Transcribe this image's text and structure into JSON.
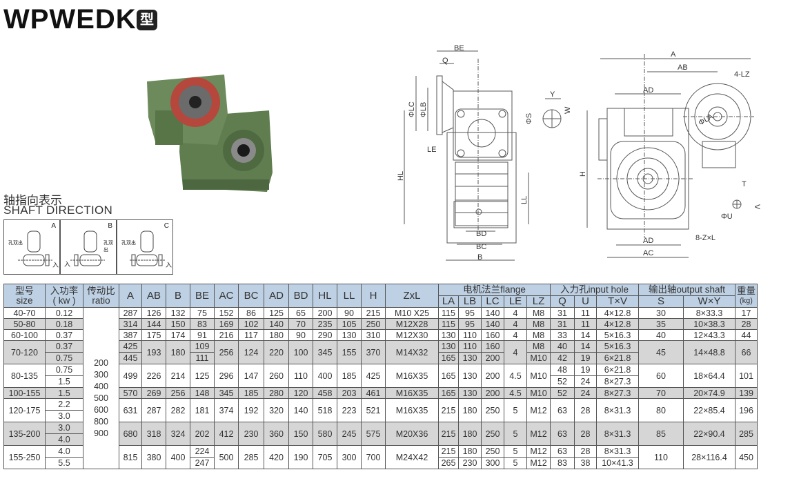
{
  "header": {
    "title": "WPWEDK",
    "type_badge": "型"
  },
  "shaft_direction": {
    "title_cn": "轴指向表示",
    "title_en": "SHAFT DIRECTION",
    "panels": [
      {
        "letter": "A",
        "hole_label": "孔双出",
        "input_label": "入"
      },
      {
        "letter": "B",
        "hole_label": "孔双出",
        "input_label": "入"
      },
      {
        "letter": "C",
        "hole_label": "孔双出",
        "input_label": "入"
      }
    ]
  },
  "drawing_labels": {
    "BE": "BE",
    "Q": "Q",
    "LC": "ΦLC",
    "LB": "ΦLB",
    "LE": "LE",
    "HL": "HL",
    "LL": "LL",
    "BD": "BD",
    "BC": "BC",
    "B": "B",
    "Y": "Y",
    "S": "ΦS",
    "W": "W",
    "A": "A",
    "AB": "AB",
    "LZ": "4-LZ",
    "AD": "AD",
    "LA": "ΦLA",
    "H": "H",
    "T": "T",
    "V": "V",
    "U": "ΦU",
    "ZL": "8-Z×L",
    "AD2": "AD",
    "AC": "AC"
  },
  "colors": {
    "header_bg": "#bed0e3",
    "grey_row": "#d6d6d6",
    "housing_green": "#5f7d4f",
    "gear_red": "#b5473c"
  },
  "table": {
    "headers": {
      "size": [
        "型号",
        "size"
      ],
      "kw": [
        "入功率",
        "( kw )"
      ],
      "ratio": [
        "传动比",
        "ratio"
      ],
      "dims": [
        "A",
        "AB",
        "B",
        "BE",
        "AC",
        "BC",
        "AD",
        "BD",
        "HL",
        "LL",
        "H"
      ],
      "zxl": "ZxL",
      "flange": "电机法兰flange",
      "flange_cols": [
        "LA",
        "LB",
        "LC",
        "LE",
        "LZ"
      ],
      "input_hole": "入力孔input hole",
      "input_cols": [
        "Q",
        "U",
        "T×V"
      ],
      "output_shaft": "输出轴output shaft",
      "output_cols": [
        "S",
        "W×Y"
      ],
      "weight": [
        "重量",
        "(kg)"
      ]
    },
    "ratio_values": [
      "200",
      "300",
      "400",
      "500",
      "600",
      "800",
      "900"
    ],
    "groups": [
      {
        "size": "40-70",
        "kw": "0.12",
        "A": "287",
        "AB": "126",
        "B": "132",
        "BE": "75",
        "AC": "152",
        "BC": "86",
        "AD": "125",
        "BD": "65",
        "HL": "200",
        "LL": "90",
        "H": "215",
        "ZxL": "M10 X25",
        "LA": "115",
        "LB": "95",
        "LC": "140",
        "LE": "4",
        "LZ": "M8",
        "Q": "31",
        "U": "11",
        "TxV": "4×12.8",
        "S": "30",
        "WxY": "8×33.3",
        "kg": "17"
      },
      {
        "size": "50-80",
        "kw": "0.18",
        "A": "314",
        "AB": "144",
        "B": "150",
        "BE": "83",
        "AC": "169",
        "BC": "102",
        "AD": "140",
        "BD": "70",
        "HL": "235",
        "LL": "105",
        "H": "250",
        "ZxL": "M12X28",
        "LA": "115",
        "LB": "95",
        "LC": "140",
        "LE": "4",
        "LZ": "M8",
        "Q": "31",
        "U": "11",
        "TxV": "4×12.8",
        "S": "35",
        "WxY": "10×38.3",
        "kg": "28"
      },
      {
        "size": "60-100",
        "kw": "0.37",
        "A": "387",
        "AB": "175",
        "B": "174",
        "BE": "91",
        "AC": "216",
        "BC": "117",
        "AD": "180",
        "BD": "90",
        "HL": "290",
        "LL": "130",
        "H": "310",
        "ZxL": "M12X30",
        "LA": "130",
        "LB": "110",
        "LC": "160",
        "LE": "4",
        "LZ": "M8",
        "Q": "33",
        "U": "14",
        "TxV": "5×16.3",
        "S": "40",
        "WxY": "12×43.3",
        "kg": "44"
      },
      {
        "size": "70-120",
        "kw": [
          "0.37",
          "0.75"
        ],
        "A": [
          "425",
          "445"
        ],
        "AB": "193",
        "B": "180",
        "BE": [
          "109",
          "111"
        ],
        "AC": "256",
        "BC": "124",
        "AD": "220",
        "BD": "100",
        "HL": "345",
        "LL": "155",
        "H": "370",
        "ZxL": "M14X32",
        "LA": [
          "130",
          "165"
        ],
        "LB": [
          "110",
          "130"
        ],
        "LC": [
          "160",
          "200"
        ],
        "LE": "4",
        "LZ": [
          "M8",
          "M10"
        ],
        "Q": [
          "40",
          "42"
        ],
        "U": [
          "14",
          "19"
        ],
        "TxV": [
          "5×16.3",
          "6×21.8"
        ],
        "S": "45",
        "WxY": "14×48.8",
        "kg": "66"
      },
      {
        "size": "80-135",
        "kw": [
          "0.75",
          "1.5"
        ],
        "A": "499",
        "AB": "226",
        "B": "214",
        "BE": "125",
        "AC": "296",
        "BC": "147",
        "AD": "260",
        "BD": "110",
        "HL": "400",
        "LL": "185",
        "H": "425",
        "ZxL": "M16X35",
        "LA": "165",
        "LB": "130",
        "LC": "200",
        "LE": "4.5",
        "LZ": "M10",
        "Q": [
          "48",
          "52"
        ],
        "U": [
          "19",
          "24"
        ],
        "TxV": [
          "6×21.8",
          "8×27.3"
        ],
        "S": "60",
        "WxY": "18×64.4",
        "kg": "101"
      },
      {
        "size": "100-155",
        "kw": "1.5",
        "A": "570",
        "AB": "269",
        "B": "256",
        "BE": "148",
        "AC": "345",
        "BC": "185",
        "AD": "280",
        "BD": "120",
        "HL": "458",
        "LL": "203",
        "H": "461",
        "ZxL": "M16X35",
        "LA": "165",
        "LB": "130",
        "LC": "200",
        "LE": "4.5",
        "LZ": "M10",
        "Q": "52",
        "U": "24",
        "TxV": "8×27.3",
        "S": "70",
        "WxY": "20×74.9",
        "kg": "139"
      },
      {
        "size": "120-175",
        "kw": [
          "2.2",
          "3.0"
        ],
        "A": "631",
        "AB": "287",
        "B": "282",
        "BE": "181",
        "AC": "374",
        "BC": "192",
        "AD": "320",
        "BD": "140",
        "HL": "518",
        "LL": "223",
        "H": "521",
        "ZxL": "M16X35",
        "LA": "215",
        "LB": "180",
        "LC": "250",
        "LE": "5",
        "LZ": "M12",
        "Q": "63",
        "U": "28",
        "TxV": "8×31.3",
        "S": "80",
        "WxY": "22×85.4",
        "kg": "196"
      },
      {
        "size": "135-200",
        "kw": [
          "3.0",
          "4.0"
        ],
        "A": "680",
        "AB": "318",
        "B": "324",
        "BE": "202",
        "AC": "412",
        "BC": "230",
        "AD": "360",
        "BD": "150",
        "HL": "580",
        "LL": "245",
        "H": "575",
        "ZxL": "M20X36",
        "LA": "215",
        "LB": "180",
        "LC": "250",
        "LE": "5",
        "LZ": "M12",
        "Q": "63",
        "U": "28",
        "TxV": "8×31.3",
        "S": "85",
        "WxY": "22×90.4",
        "kg": "285"
      },
      {
        "size": "155-250",
        "kw": [
          "4.0",
          "5.5"
        ],
        "A": "815",
        "AB": "380",
        "B": "400",
        "BE": [
          "224",
          "247"
        ],
        "AC": "500",
        "BC": "285",
        "AD": "420",
        "BD": "190",
        "HL": "705",
        "LL": "300",
        "H": "700",
        "ZxL": "M24X42",
        "LA": [
          "215",
          "265"
        ],
        "LB": [
          "180",
          "230"
        ],
        "LC": [
          "250",
          "300"
        ],
        "LE": [
          "5",
          "5"
        ],
        "LZ": [
          "M12",
          "M12"
        ],
        "Q": [
          "63",
          "83"
        ],
        "U": [
          "28",
          "38"
        ],
        "TxV": [
          "8×31.3",
          "10×41.3"
        ],
        "S": "110",
        "WxY": "28×116.4",
        "kg": "450"
      }
    ]
  }
}
